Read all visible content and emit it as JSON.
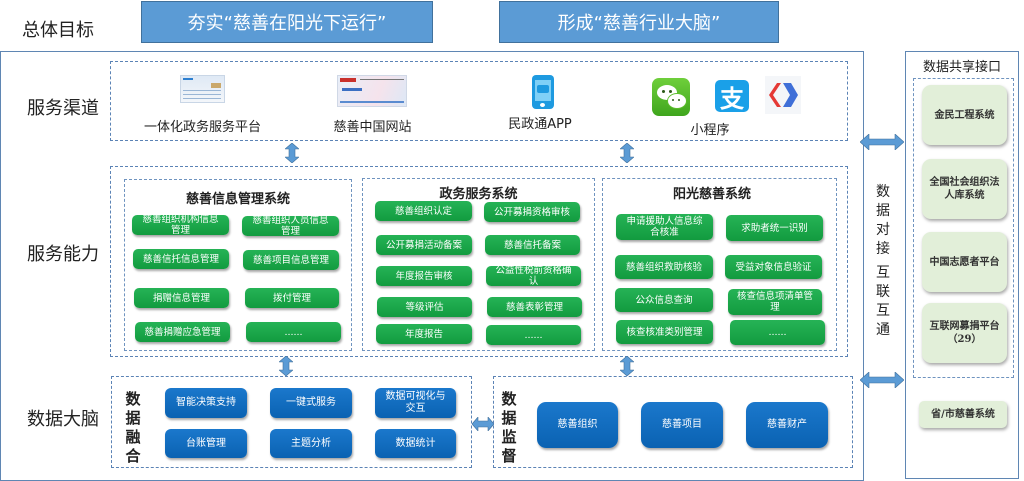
{
  "header": {
    "label": "总体目标",
    "goals": [
      "夯实“慈善在阳光下运行”",
      "形成“慈善行业大脑”"
    ]
  },
  "rows": {
    "channels": "服务渠道",
    "capability": "服务能力",
    "brain": "数据大脑"
  },
  "channels": [
    {
      "label": "一体化政务服务平台",
      "icon": "portal-screenshot-icon"
    },
    {
      "label": "慈善中国网站",
      "icon": "website-screenshot-icon"
    },
    {
      "label": "民政通APP",
      "icon": "mobile-app-icon"
    },
    {
      "label": "小程序",
      "icons": [
        "wechat-icon",
        "alipay-icon",
        "miniapp-logo-icon"
      ]
    }
  ],
  "systems": [
    {
      "title": "慈善信息管理系统",
      "items": [
        "慈善组织机构信息管理",
        "慈善组织人员信息管理",
        "慈善信托信息管理",
        "慈善项目信息管理",
        "捐赠信息管理",
        "拨付管理",
        "慈善捐赠应急管理",
        "......"
      ]
    },
    {
      "title": "政务服务系统",
      "items": [
        "慈善组织认定",
        "公开募捐资格审核",
        "公开募捐活动备案",
        "慈善信托备案",
        "年度报告审核",
        "公益性税前资格确认",
        "等级评估",
        "慈善表彰管理",
        "年度报告",
        "......"
      ]
    },
    {
      "title": "阳光慈善系统",
      "items": [
        "申请援助人信息综合核准",
        "求助者统一识别",
        "慈善组织救助核验",
        "受益对象信息验证",
        "公众信息查询",
        "核查信息项清单管理",
        "核查核准类别管理",
        "......"
      ]
    }
  ],
  "data_fusion": {
    "title": "数据融合",
    "items": [
      "智能决策支持",
      "一键式服务",
      "数据可视化与交互",
      "台账管理",
      "主题分析",
      "数据统计"
    ]
  },
  "data_supervision": {
    "title": "数据监督",
    "items": [
      "慈善组织",
      "慈善项目",
      "慈善财产"
    ]
  },
  "connector": {
    "left": "数据对接",
    "right": "互联互通"
  },
  "sharing": {
    "title": "数据共享接口",
    "items": [
      "金民工程系统",
      "全国社会组织法人库系统",
      "中国志愿者平台",
      "互联网募捐平台（29）"
    ],
    "extra": "省/市慈善系统"
  }
}
